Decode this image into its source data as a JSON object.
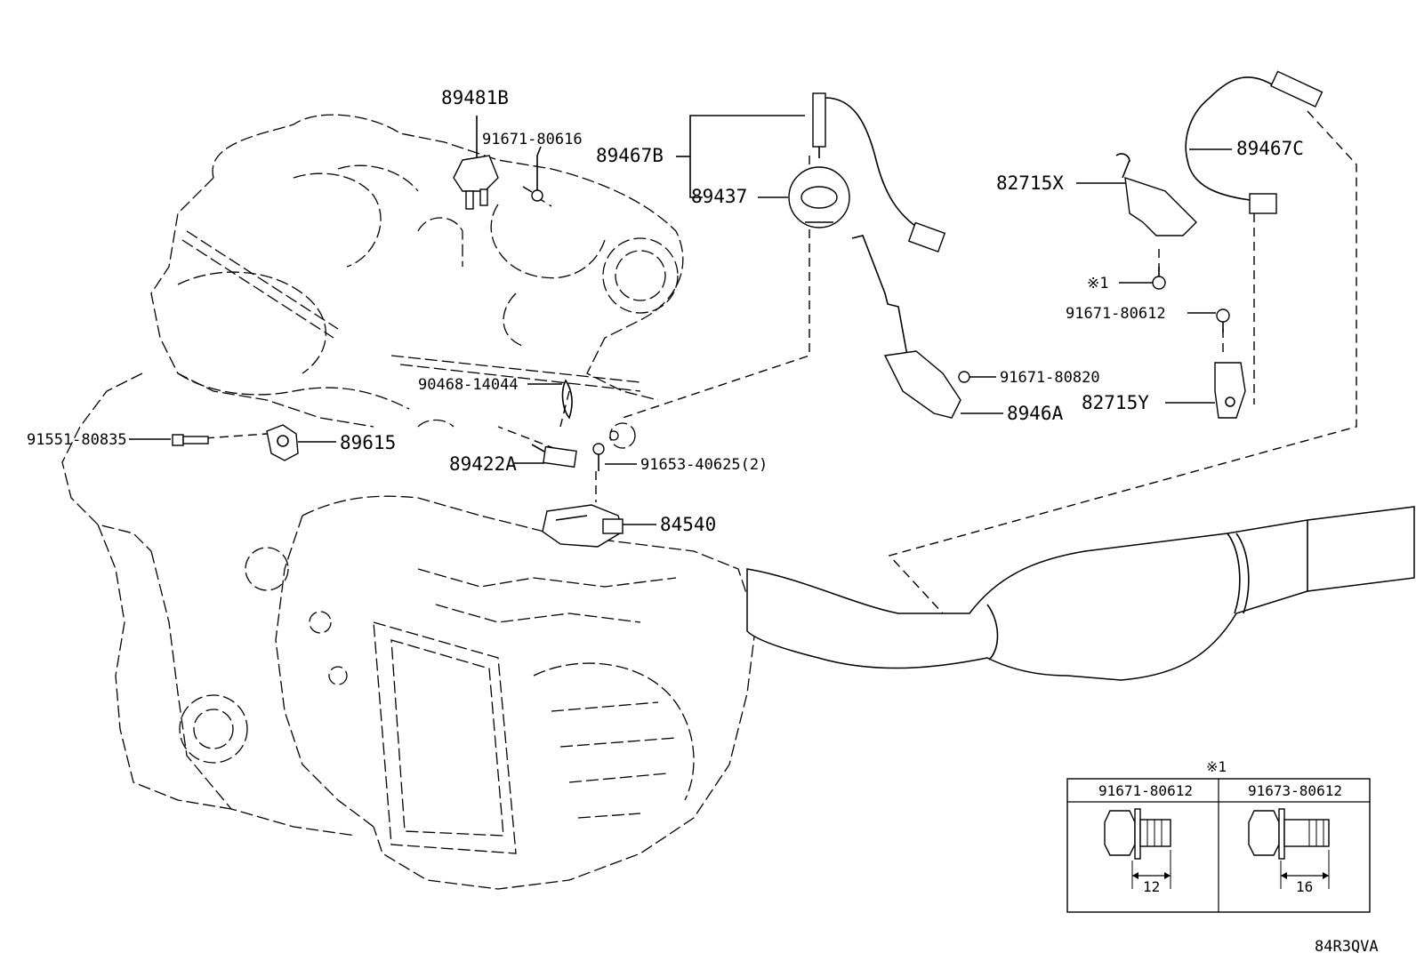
{
  "labels": {
    "p89481B": "89481B",
    "p91671_80616": "91671-80616",
    "p89467B": "89467B",
    "p89437": "89437",
    "p89467C": "89467C",
    "p82715X": "82715X",
    "note1": "※1",
    "p91671_80612": "91671-80612",
    "p91671_80820": "91671-80820",
    "p8946A": "8946A",
    "p82715Y": "82715Y",
    "p90468_14044": "90468-14044",
    "p91551_80835": "91551-80835",
    "p89615": "89615",
    "p89422A": "89422A",
    "p91653_40625": "91653-40625(2)",
    "p84540": "84540"
  },
  "table": {
    "title": "※1",
    "col1_header": "91671-80612",
    "col2_header": "91673-80612",
    "col1_dim": "12",
    "col2_dim": "16"
  },
  "footer": {
    "code": "84R3QVA"
  }
}
